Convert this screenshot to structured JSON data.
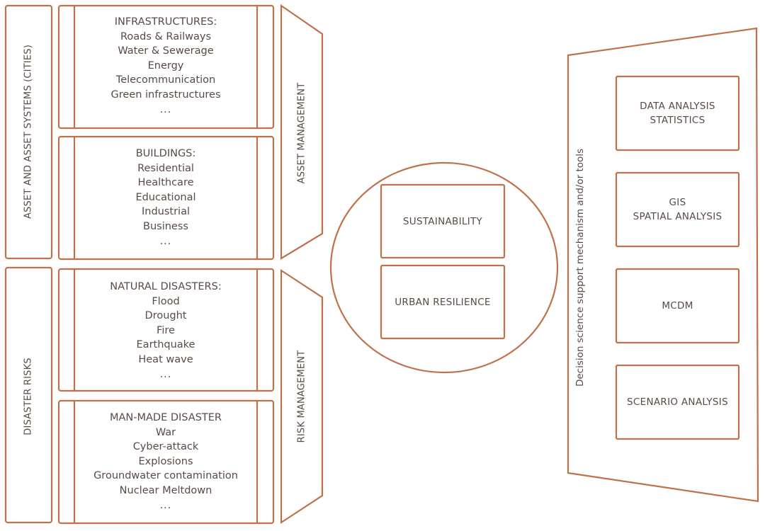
{
  "colors": {
    "stroke": "#c0714a",
    "text": "#5a4a45",
    "background": "#ffffff"
  },
  "left_groups": [
    {
      "label": "ASSET AND ASSET SYSTEMS (CITIES)",
      "management_label": "ASSET MANAGEMENT",
      "boxes": [
        {
          "title": "INFRASTRUCTURES:",
          "items": [
            "Roads & Railways",
            "Water & Sewerage",
            "Energy",
            "Telecommunication",
            "Green infrastructures",
            "..."
          ]
        },
        {
          "title": "BUILDINGS:",
          "items": [
            "Residential",
            "Healthcare",
            "Educational",
            "Industrial",
            "Business",
            "..."
          ]
        }
      ]
    },
    {
      "label": "DISASTER RISKS",
      "management_label": "RISK MANAGEMENT",
      "boxes": [
        {
          "title": "NATURAL DISASTERS:",
          "items": [
            "Flood",
            "Drought",
            "Fire",
            "Earthquake",
            "Heat wave",
            "..."
          ]
        },
        {
          "title": "MAN-MADE DISASTER",
          "items": [
            "War",
            "Cyber-attack",
            "Explosions",
            "Groundwater contamination",
            "Nuclear Meltdown",
            "..."
          ]
        }
      ]
    }
  ],
  "center": {
    "goals": [
      "SUSTAINABILITY",
      "URBAN RESILIENCE"
    ]
  },
  "right": {
    "label": "Decision science support mechanism and/or tools",
    "tools": [
      [
        "DATA ANALYSIS",
        "STATISTICS"
      ],
      [
        "GIS",
        "SPATIAL ANALYSIS"
      ],
      [
        "MCDM"
      ],
      [
        "SCENARIO ANALYSIS"
      ]
    ]
  }
}
